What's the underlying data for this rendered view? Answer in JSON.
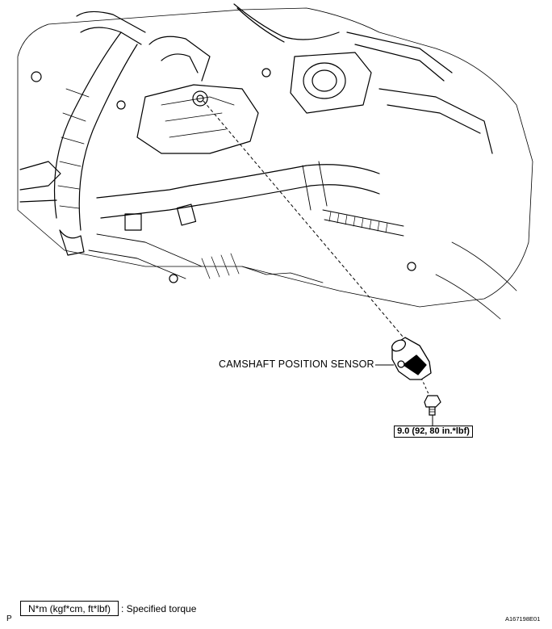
{
  "diagram": {
    "part_label": "CAMSHAFT POSITION SENSOR",
    "torque_value": "9.0 (92, 80 in.*lbf)"
  },
  "legend": {
    "prefix": "P",
    "units": "N*m (kgf*cm, ft*lbf)",
    "description": ": Specified torque"
  },
  "figure_id": "A167198E01"
}
